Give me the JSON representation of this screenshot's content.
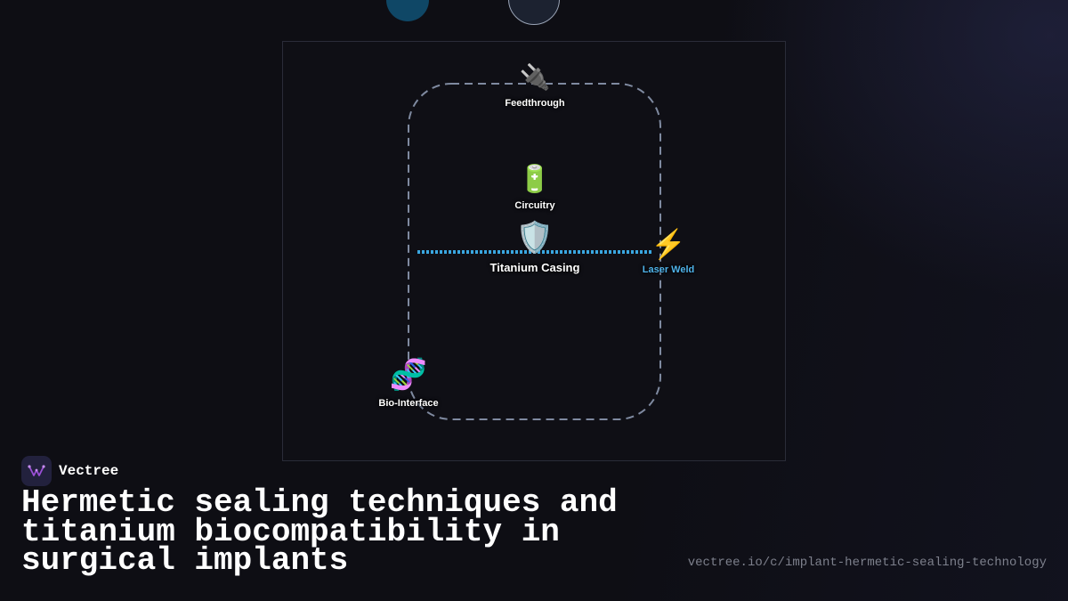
{
  "brand": {
    "name": "Vectree"
  },
  "headline": "Hermetic sealing techniques and titanium biocompatibility in surgical implants",
  "url": "vectree.io/c/implant-hermetic-sealing-technology",
  "colors": {
    "background": "#0e0e14",
    "boundary_dash": "#7f8aa0",
    "weld_line": "#3aa7e0",
    "weld_label": "#4fb3ea",
    "logo_accent": "#9a4fd6"
  },
  "diagram": {
    "nodes": [
      {
        "id": "feedthrough",
        "icon": "plug-icon",
        "glyph": "🔌",
        "label": "Feedthrough"
      },
      {
        "id": "circuitry",
        "icon": "battery-icon",
        "glyph": "🔋",
        "label": "Circuitry"
      },
      {
        "id": "casing",
        "icon": "shield-icon",
        "glyph": "🛡️",
        "label": "Titanium Casing"
      },
      {
        "id": "laser-weld",
        "icon": "lightning-icon",
        "glyph": "⚡",
        "label": "Laser Weld"
      },
      {
        "id": "bio-interface",
        "icon": "dna-icon",
        "glyph": "🧬",
        "label": "Bio-Interface"
      }
    ]
  }
}
